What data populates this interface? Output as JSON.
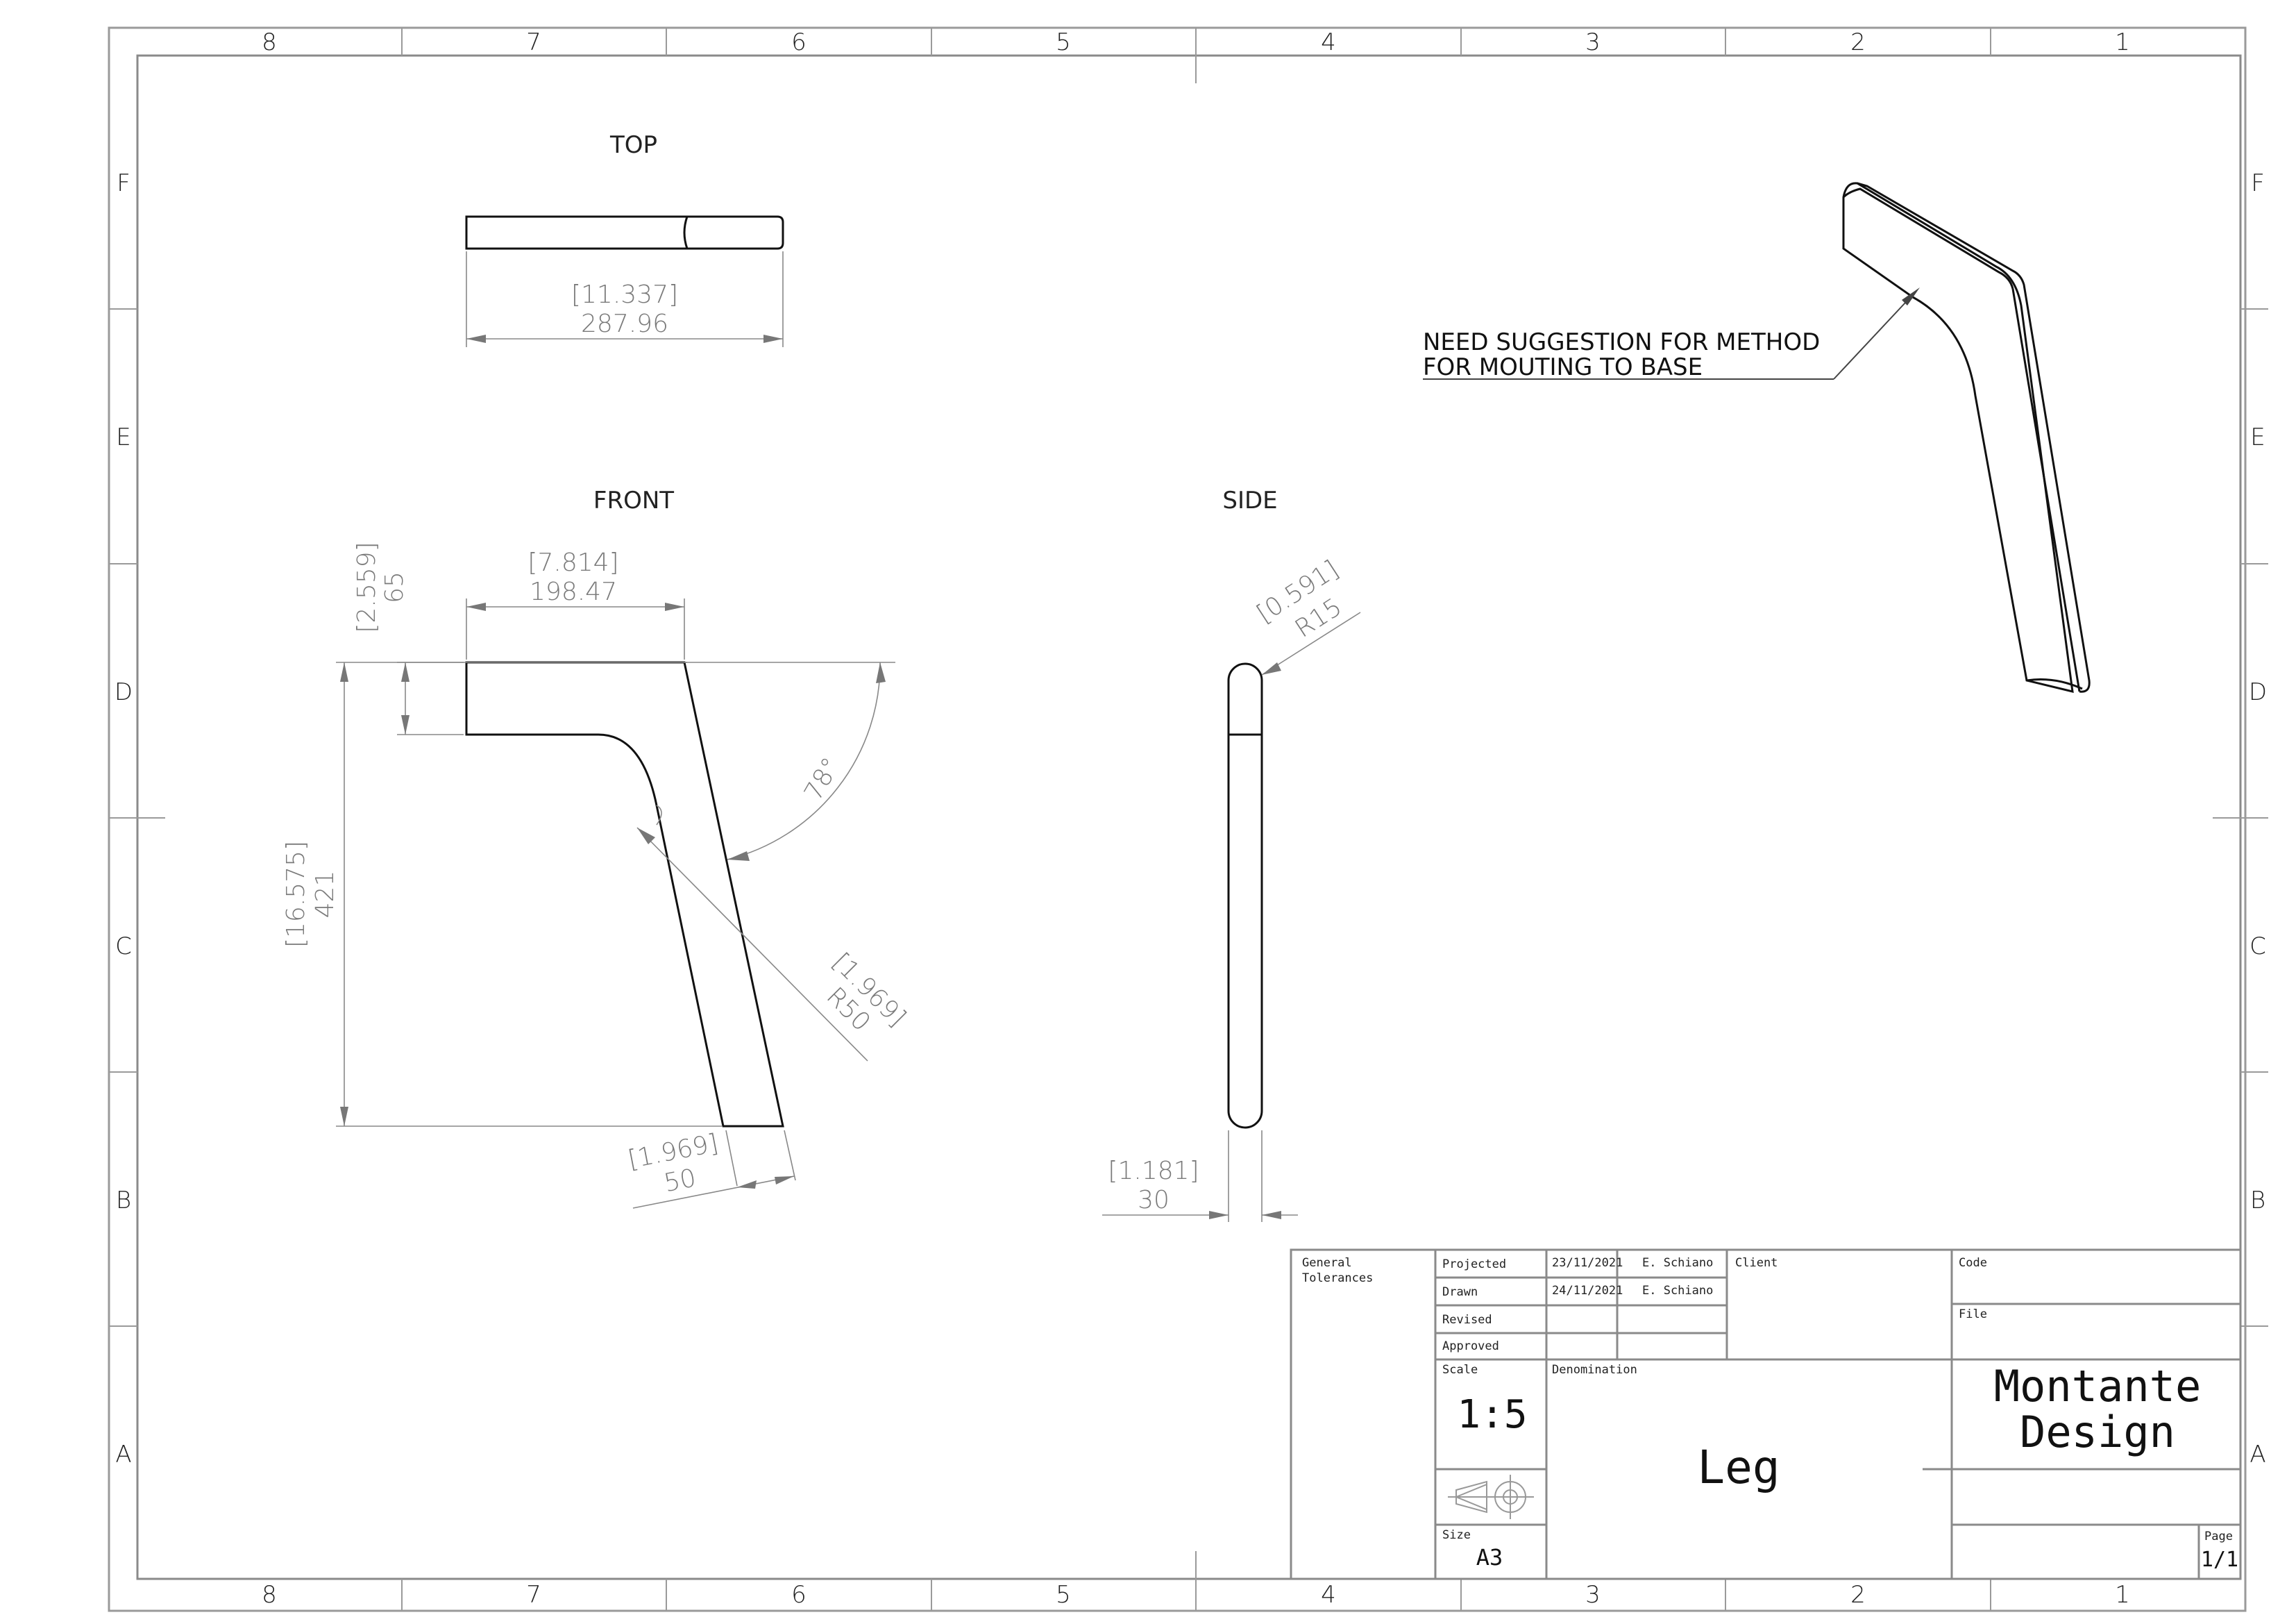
{
  "zones_columns": [
    "8",
    "7",
    "6",
    "5",
    "4",
    "3",
    "2",
    "1"
  ],
  "zones_rows": [
    "F",
    "E",
    "D",
    "C",
    "B",
    "A"
  ],
  "views": {
    "top": "TOP",
    "front": "FRONT",
    "side": "SIDE"
  },
  "dimensions": {
    "top_width_in": "[11.337]",
    "top_width_mm": "287.96",
    "front_width_in": "[7.814]",
    "front_width_mm": "198.47",
    "front_top_in": "[2.559]",
    "front_top_mm": "65",
    "front_height_in": "[16.575]",
    "front_height_mm": "421",
    "angle": "78°",
    "radius_in": "[1.969]",
    "radius_mm": "R50",
    "foot_in": "[1.969]",
    "foot_mm": "50",
    "side_radius_in": "[0.591]",
    "side_radius_mm": "R15",
    "side_width_in": "[1.181]",
    "side_width_mm": "30"
  },
  "note": {
    "line1": "NEED SUGGESTION FOR METHOD",
    "line2": "FOR MOUTING TO BASE"
  },
  "title_block": {
    "general_tolerances_1": "General",
    "general_tolerances_2": "Tolerances",
    "projected": "Projected",
    "projected_date": "23/11/2021",
    "projected_by": "E. Schiano",
    "drawn": "Drawn",
    "drawn_date": "24/11/2021",
    "drawn_by": "E. Schiano",
    "revised": "Revised",
    "approved": "Approved",
    "client": "Client",
    "code": "Code",
    "file": "File",
    "scale_label": "Scale",
    "scale_value": "1:5",
    "denomination_label": "Denomination",
    "denomination_value": "Leg",
    "company_line1": "Montante",
    "company_line2": "Design",
    "size_label": "Size",
    "size_value": "A3",
    "page_label": "Page",
    "page_value": "1/1"
  }
}
